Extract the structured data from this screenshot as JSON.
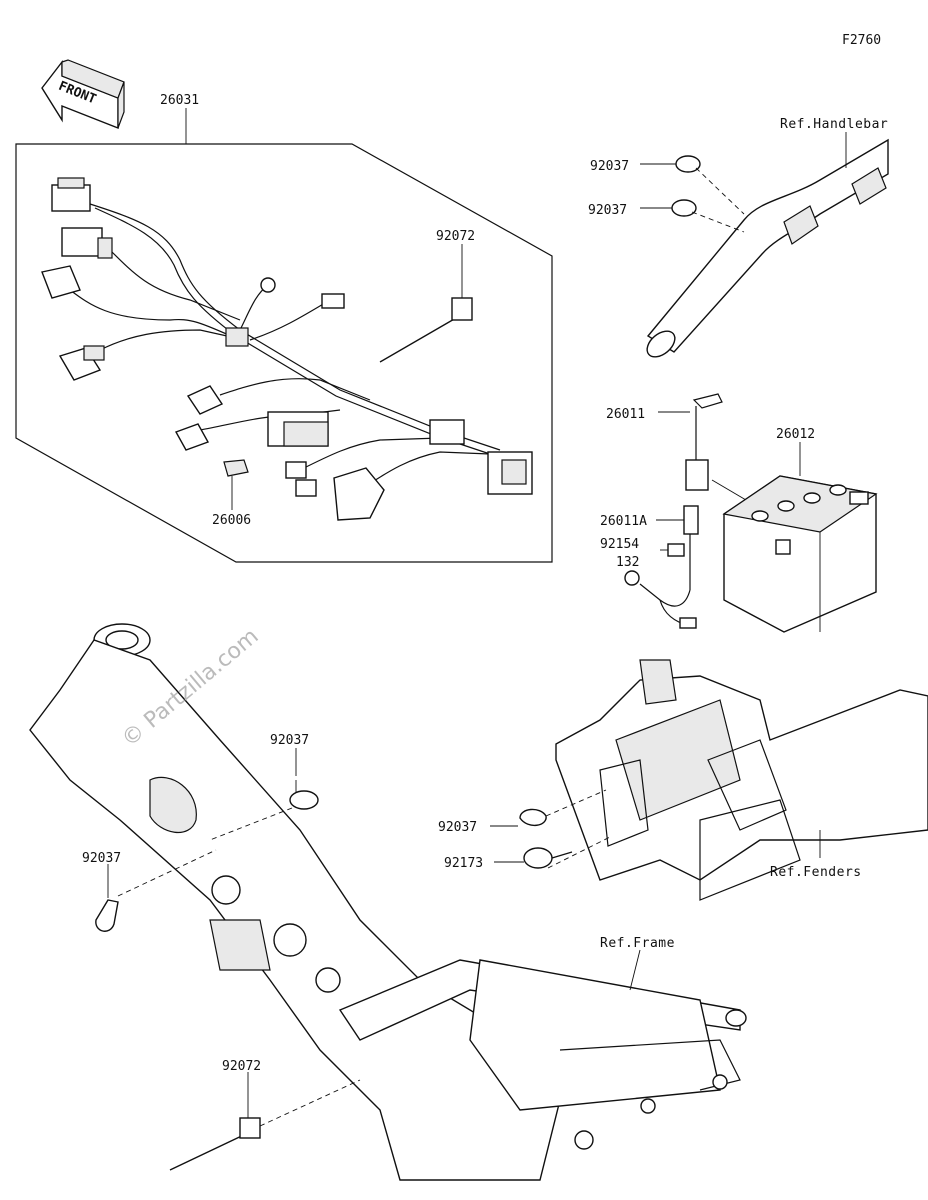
{
  "figure_id": "F2760",
  "front_arrow": "FRONT",
  "watermark": "© Partzilla.com",
  "refs": {
    "handlebar": "Ref.Handlebar",
    "fenders": "Ref.Fenders",
    "frame": "Ref.Frame"
  },
  "parts": {
    "harness": "26031",
    "tie_top": "92072",
    "cap": "26006",
    "clamp_h1": "92037",
    "clamp_h2": "92037",
    "batt_lead": "26011",
    "battery": "26012",
    "lead_a": "26011A",
    "bolt": "92154",
    "bolt_code": "132",
    "clamp_f1": "92037",
    "clamp_f2": "92037",
    "clamp_b": "92037",
    "band": "92173",
    "tie_bottom": "92072"
  },
  "colors": {
    "line": "#111111",
    "shade": "#e9e9e9",
    "watermark": "#bbbbbb"
  }
}
